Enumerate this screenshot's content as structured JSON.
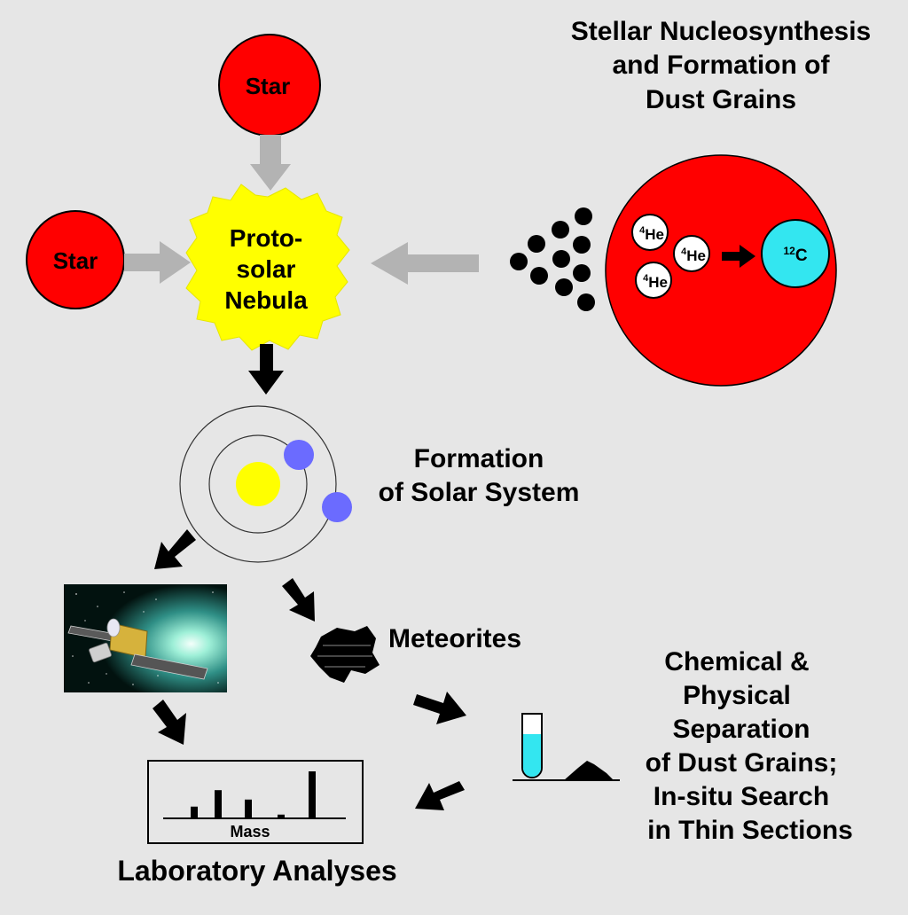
{
  "title": {
    "line1": "Stellar Nucleosynthesis",
    "line2": "and Formation of",
    "line3": "Dust Grains"
  },
  "stars": {
    "top_label": "Star",
    "left_label": "Star"
  },
  "nebula": {
    "line1": "Proto-",
    "line2": "solar",
    "line3": "Nebula"
  },
  "fusion": {
    "he_superscript": "4",
    "he_symbol": "He",
    "c_superscript": "12",
    "c_symbol": "C"
  },
  "solar_system": {
    "line1": "Formation",
    "line2": "of Solar System"
  },
  "meteorites_label": "Meteorites",
  "separation": {
    "line1": "Chemical &",
    "line2": "Physical",
    "line3": "Separation",
    "line4": "of Dust Grains;",
    "line5": "In-situ Search",
    "line6": "in Thin Sections"
  },
  "mass_spectrum": {
    "axis_label": "Mass",
    "relative_heights": [
      0.25,
      0.6,
      0.4,
      0.08,
      1.0
    ]
  },
  "lab_label": "Laboratory Analyses",
  "colors": {
    "background": "#e6e6e6",
    "star_red": "#ff0000",
    "nebula_yellow": "#ffff00",
    "carbon_cyan": "#33e6f0",
    "planet_blue": "#6b6bff",
    "gray_arrow": "#b3b3b3",
    "black_arrow": "#000000",
    "tube_liquid": "#33e6f0"
  }
}
